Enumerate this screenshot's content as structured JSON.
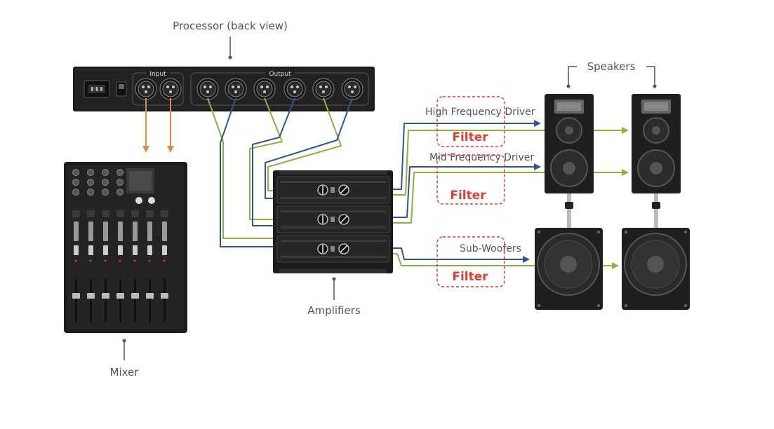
{
  "labels": {
    "processor": "Processor (back view)",
    "input": "Input",
    "output": "Output",
    "mixer": "Mixer",
    "amplifiers": "Amplifiers",
    "speakers": "Speakers",
    "high_frequency_driver": "High Frequency Driver",
    "mid_frequency_driver": "Mid Frequency Driver",
    "sub_woofers": "Sub-Woofers"
  },
  "filters": [
    "Filter",
    "Filter",
    "Filter"
  ],
  "colors": {
    "background": "#ffffff",
    "device_body": "#1c1c1c",
    "label_text": "#555555",
    "input_arrow": "#e08a4a",
    "blue_cable": "#2f5597",
    "green_cable": "#8db33a",
    "filter_red": "#e03c31"
  }
}
